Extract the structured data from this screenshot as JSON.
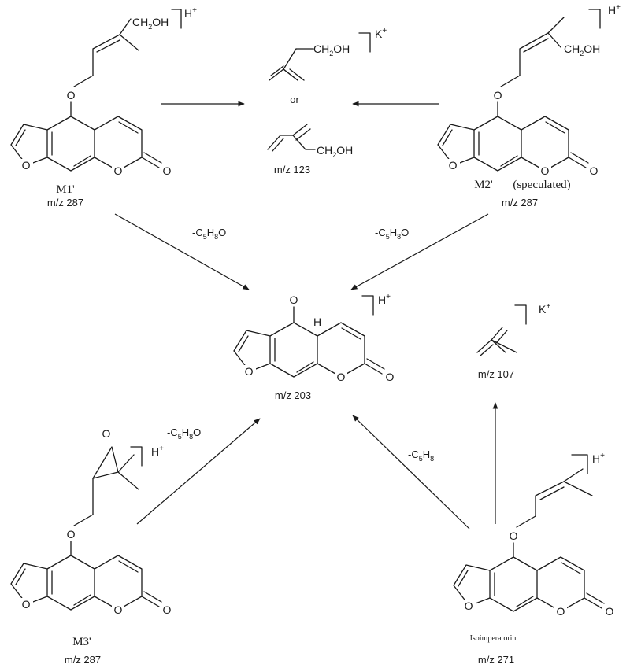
{
  "compounds": {
    "m1": {
      "name": "M1'",
      "mz": "m/z 287",
      "ion": "H",
      "charge": "+"
    },
    "m2": {
      "name": "M2'",
      "note": "(speculated)",
      "mz": "m/z 287",
      "ion": "H",
      "charge": "+"
    },
    "m3": {
      "name": "M3'",
      "mz": "m/z 287",
      "ion": "H",
      "charge": "+"
    },
    "iso": {
      "name": "Isoimperatorin",
      "mz": "m/z 271",
      "ion": "H",
      "charge": "+"
    },
    "core": {
      "mz": "m/z 203",
      "ion": "H",
      "charge": "+"
    },
    "frag123": {
      "or": "or",
      "mz": "m/z 123",
      "ion": "K",
      "charge": "+"
    },
    "frag107": {
      "mz": "m/z 107",
      "ion": "K",
      "charge": "+"
    }
  },
  "atoms": {
    "O": "O",
    "H": "H",
    "CH": "CH",
    "two": "2",
    "OH": "OH"
  },
  "losses": {
    "c5h8o": {
      "a": "-C",
      "b": "5",
      "c": "H",
      "d": "8",
      "e": "O"
    },
    "c5h8": {
      "a": "-C",
      "b": "5",
      "c": "H",
      "d": "8"
    }
  }
}
